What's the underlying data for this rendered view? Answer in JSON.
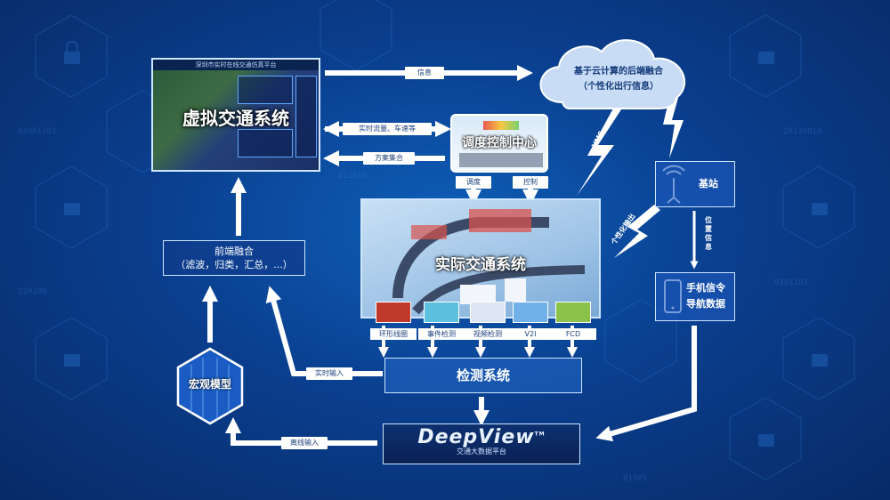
{
  "nodes": {
    "virtual_system": {
      "title": "虚拟交通系统",
      "header": "深圳市实时在线交通仿真平台"
    },
    "control_center": {
      "title": "调度控制中心"
    },
    "real_system": {
      "title": "实际交通系统"
    },
    "front_fusion": {
      "line1": "前端融合",
      "line2": "（滤波，归类，汇总，...）"
    },
    "macro_model": {
      "title": "宏观模型"
    },
    "detection_system": {
      "title": "检测系统"
    },
    "deepview": {
      "logo": "DeepView",
      "tm": "TM",
      "subtitle": "交通大数据平台"
    },
    "cloud": {
      "line1": "基于云计算的后端融合",
      "line2": "（个性化出行信息）"
    },
    "base_station": {
      "title": "基站"
    },
    "phone_data": {
      "line1": "手机信令",
      "line2": "导航数据"
    }
  },
  "arrow_labels": {
    "info": "信息",
    "realtime_flow": "实时流量、车速等",
    "plan_set": "方案集合",
    "dispatch": "调度",
    "control": "控制",
    "realtime_input": "实时输入",
    "offline_input": "离线输入",
    "vms": "VMS",
    "personal_out": "个性化输出",
    "location_info": "位置信息"
  },
  "detectors": [
    {
      "label": "环形线圈"
    },
    {
      "label": "事件检测"
    },
    {
      "label": "视频检测"
    },
    {
      "label": "V2I"
    },
    {
      "label": "FCD"
    }
  ],
  "colors": {
    "background": "#0a3f8f",
    "accent": "#cfe6ff",
    "cloud": "#c9dcf5"
  }
}
